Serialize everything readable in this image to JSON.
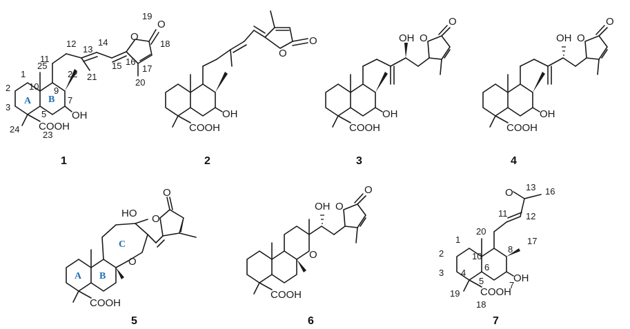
{
  "compounds": {
    "c1": {
      "id": "1",
      "cooh": "COOH",
      "oh": "OH",
      "o_ring": "O",
      "o_carbonyl": "O",
      "numbers": {
        "n1": "1",
        "n2": "2",
        "n3": "3",
        "n5": "5",
        "n7": "7",
        "n9": "9",
        "n10": "10",
        "n11": "11",
        "n12": "12",
        "n13": "13",
        "n14": "14",
        "n15": "15",
        "n16": "16",
        "n17": "17",
        "n18": "18",
        "n19": "19",
        "n20": "20",
        "n21": "21",
        "n22": "22",
        "n23": "23",
        "n24": "24",
        "n25": "25"
      },
      "rings": {
        "a": "A",
        "b": "B"
      }
    },
    "c2": {
      "id": "2",
      "cooh": "COOH",
      "oh": "OH",
      "o_ring": "O",
      "o_carbonyl": "O"
    },
    "c3": {
      "id": "3",
      "cooh": "COOH",
      "oh": "OH",
      "oh2": "OH",
      "o_ring": "O",
      "o_carbonyl": "O"
    },
    "c4": {
      "id": "4",
      "cooh": "COOH",
      "oh": "OH",
      "oh2": "OH",
      "o_ring": "O",
      "o_carbonyl": "O"
    },
    "c5": {
      "id": "5",
      "cooh": "COOH",
      "ho": "HO",
      "o_ether": "O",
      "o_ring": "O",
      "o_carbonyl": "O",
      "rings": {
        "a": "A",
        "b": "B",
        "c": "C"
      }
    },
    "c6": {
      "id": "6",
      "cooh": "COOH",
      "oh": "OH",
      "o_ether": "O",
      "o_ring": "O",
      "o_carbonyl": "O"
    },
    "c7": {
      "id": "7",
      "cooh": "COOH",
      "oh": "OH",
      "o_ketone": "O",
      "numbers": {
        "n1": "1",
        "n2": "2",
        "n3": "3",
        "n4": "4",
        "n5": "5",
        "n6": "6",
        "n7": "7",
        "n8": "8",
        "n10": "10",
        "n11": "11",
        "n12": "12",
        "n13": "13",
        "n16": "16",
        "n17": "17",
        "n18": "18",
        "n19": "19",
        "n20": "20"
      }
    }
  }
}
